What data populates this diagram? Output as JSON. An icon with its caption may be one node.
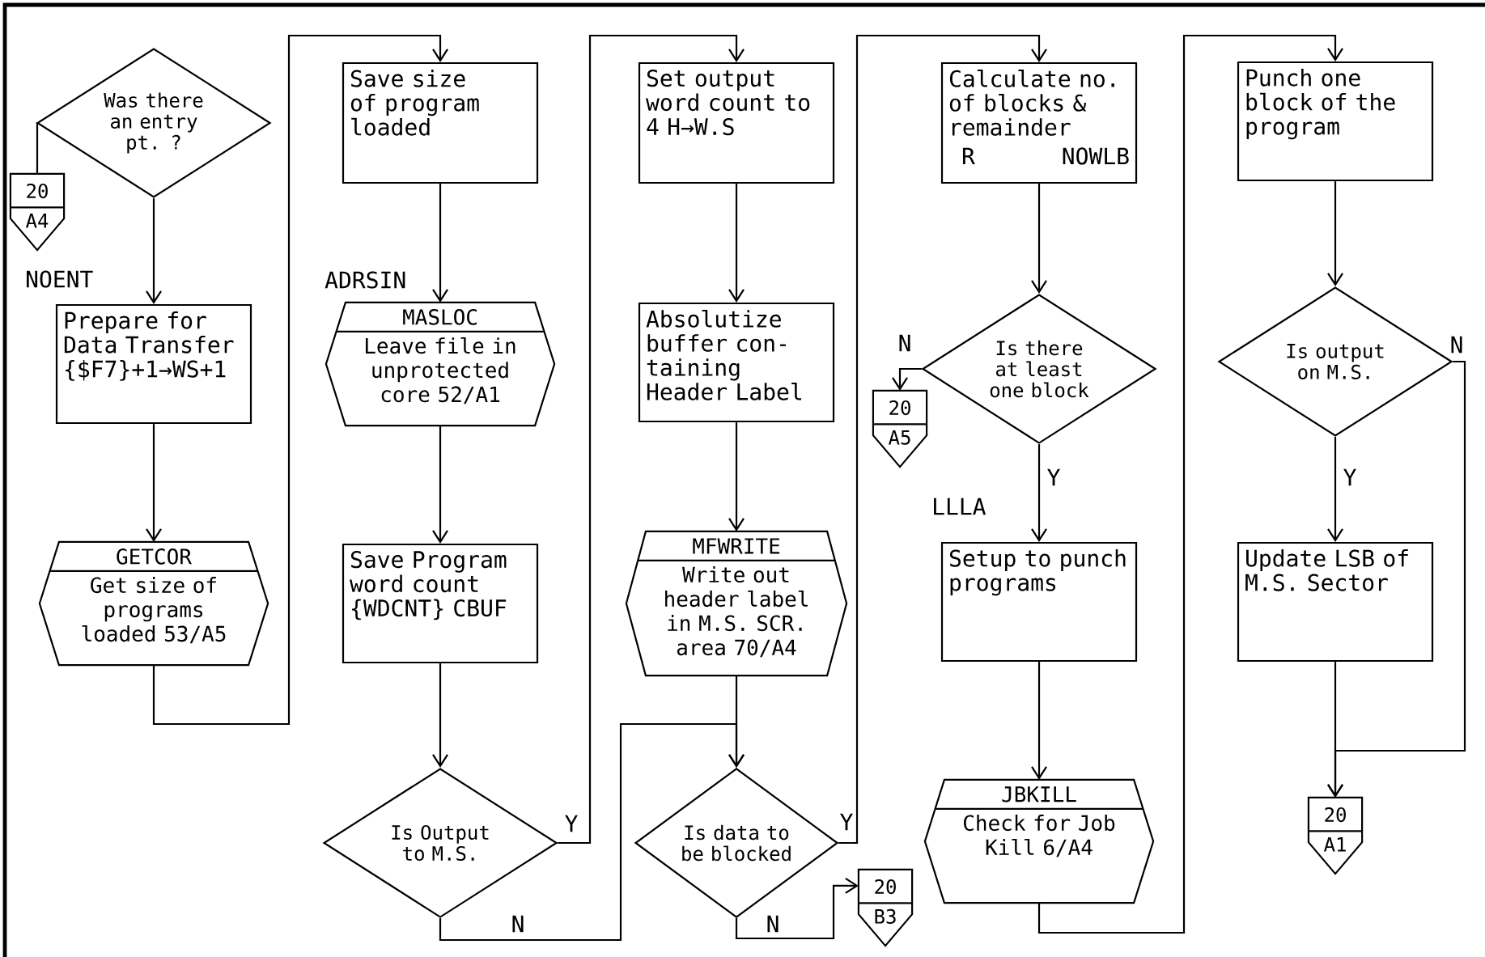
{
  "diagram": {
    "nodes": [
      {
        "text": [
          "Was there an entry pt. ?"
        ]
      },
      {
        "text": [
          "20",
          "A4"
        ]
      },
      {
        "text": [
          "Prepare for Data Transfer {$F7}+1→WS+1"
        ]
      },
      {
        "text": [
          "GETCOR",
          "Get size of programs loaded 53/A5"
        ]
      },
      {
        "text": [
          "Save size of program loaded"
        ]
      },
      {
        "text": [
          "MASLOC",
          "Leave file in unprotected core 52/A1"
        ]
      },
      {
        "text": [
          "Save Program word count {WDCNT} CBUF"
        ]
      },
      {
        "text": [
          "Is Output to M.S."
        ]
      },
      {
        "text": [
          "Set output word count to 4 H→W.S"
        ]
      },
      {
        "text": [
          "Absolutize buffer con- taining Header Label"
        ]
      },
      {
        "text": [
          "MFWRITE",
          "Write out header label in M.S. SCR. area 70/A4"
        ]
      },
      {
        "text": [
          "Is data to be blocked"
        ]
      },
      {
        "text": [
          "20",
          "B3"
        ]
      },
      {
        "text": [
          "Calculate no. of blocks & remainder",
          "R",
          "NOWLB"
        ]
      },
      {
        "text": [
          "Is there at least one block"
        ]
      },
      {
        "text": [
          "20",
          "A5"
        ]
      },
      {
        "text": [
          "Setup to punch programs"
        ]
      },
      {
        "text": [
          "JBKILL",
          "Check for Job Kill 6/A4"
        ]
      },
      {
        "text": [
          "Punch one block of the program"
        ]
      },
      {
        "text": [
          "Is output on M.S."
        ]
      },
      {
        "text": [
          "Update LSB of M.S. Sector"
        ]
      },
      {
        "text": [
          "20",
          "A1"
        ]
      }
    ],
    "edges": [
      {
        "from": 0,
        "to": 1,
        "arrow": "none"
      },
      {
        "from": 0,
        "to": 2,
        "arrow": "to"
      },
      {
        "from": 2,
        "to": 3,
        "arrow": "to"
      },
      {
        "from": 3,
        "to": 4,
        "arrow": "to"
      },
      {
        "from": 4,
        "to": 5,
        "arrow": "to"
      },
      {
        "from": 5,
        "to": 6,
        "arrow": "to"
      },
      {
        "from": 6,
        "to": 7,
        "arrow": "to"
      },
      {
        "from": 7,
        "to": 8,
        "arrow": "to",
        "label": "Y"
      },
      {
        "from": 7,
        "to": 11,
        "arrow": "to",
        "label": "N"
      },
      {
        "from": 8,
        "to": 9,
        "arrow": "to"
      },
      {
        "from": 9,
        "to": 10,
        "arrow": "to"
      },
      {
        "from": 10,
        "to": 11,
        "arrow": "to"
      },
      {
        "from": 11,
        "to": 13,
        "arrow": "to",
        "label": "Y"
      },
      {
        "from": 11,
        "to": 12,
        "arrow": "to",
        "label": "N"
      },
      {
        "from": 13,
        "to": 14,
        "arrow": "to"
      },
      {
        "from": 14,
        "to": 15,
        "arrow": "to",
        "label": "N"
      },
      {
        "from": 14,
        "to": 16,
        "arrow": "to",
        "label": "Y"
      },
      {
        "from": 16,
        "to": 17,
        "arrow": "to"
      },
      {
        "from": 17,
        "to": 18,
        "arrow": "to"
      },
      {
        "from": 18,
        "to": 19,
        "arrow": "to"
      },
      {
        "from": 19,
        "to": 20,
        "arrow": "to",
        "label": "Y"
      },
      {
        "from": 19,
        "to": 21,
        "arrow": "to",
        "label": "N"
      },
      {
        "from": 20,
        "to": 21,
        "arrow": "to"
      }
    ],
    "labels": [
      "NOENT",
      "ADRSIN",
      "LLLA"
    ]
  }
}
